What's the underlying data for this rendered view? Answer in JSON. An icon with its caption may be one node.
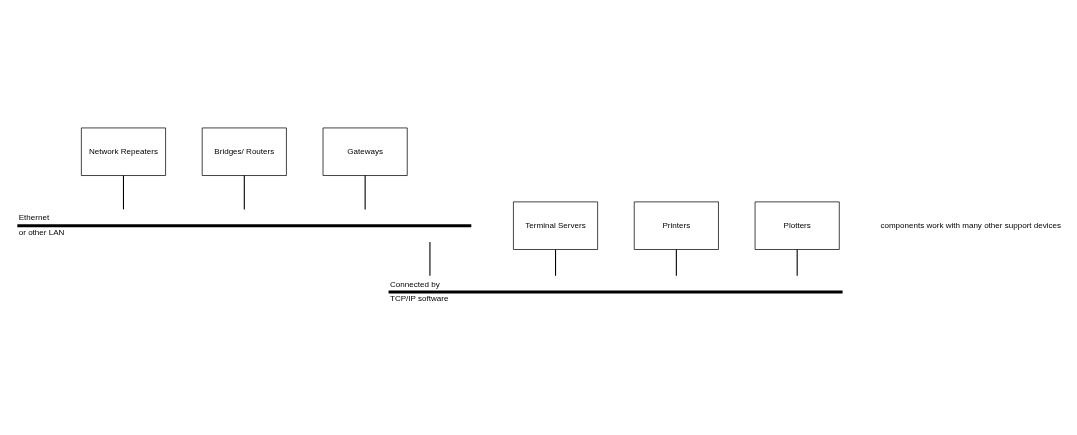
{
  "diagram": {
    "nodes": [
      {
        "text": [
          "Network Repeaters"
        ]
      },
      {
        "text": [
          "Bridges/ Routers"
        ]
      },
      {
        "text": [
          "Gateways"
        ]
      },
      {
        "text": [],
        "shape": "bar",
        "beside": [
          "Ethernet",
          "or other LAN"
        ]
      },
      {
        "text": [
          "Terminal Servers"
        ]
      },
      {
        "text": [
          "Printers"
        ]
      },
      {
        "text": [
          "Plotters"
        ]
      },
      {
        "text": [],
        "shape": "bar",
        "beside": [
          "Connected by",
          "TCP/IP software"
        ]
      }
    ],
    "edges": [
      {
        "from": 0,
        "to": 3,
        "arrow": "none"
      },
      {
        "from": 1,
        "to": 3,
        "arrow": "none"
      },
      {
        "from": 2,
        "to": 3,
        "arrow": "none"
      },
      {
        "from": 4,
        "to": 7,
        "arrow": "none"
      },
      {
        "from": 5,
        "to": 7,
        "arrow": "none"
      },
      {
        "from": 6,
        "to": 7,
        "arrow": "none"
      },
      {
        "from": 3,
        "to": 7,
        "arrow": "none"
      }
    ],
    "labels": [
      "components work with many other support devices"
    ]
  }
}
